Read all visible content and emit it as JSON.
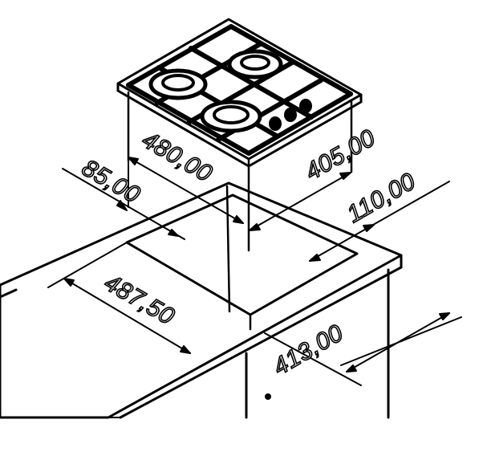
{
  "dimensions": {
    "hob_depth": "480,00",
    "hob_width": "405,00",
    "hob_offset": "85,00",
    "cutout_side": "110,00",
    "cutout_length": "487,50",
    "cutout_width": "413,00"
  },
  "colors": {
    "ink": "#000000",
    "paper": "#ffffff"
  }
}
